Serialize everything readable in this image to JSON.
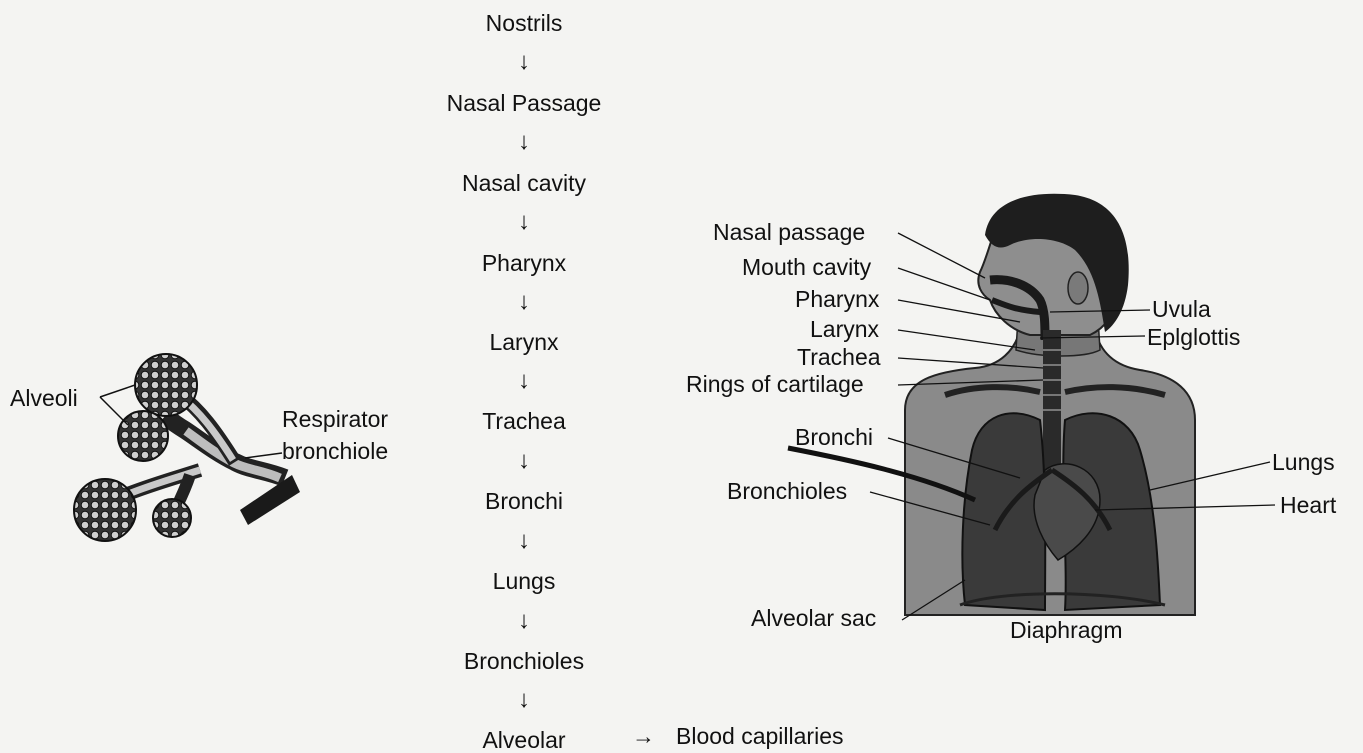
{
  "flow": {
    "steps": [
      "Nostrils",
      "Nasal Passage",
      "Nasal cavity",
      "Pharynx",
      "Larynx",
      "Trachea",
      "Bronchi",
      "Lungs",
      "Bronchioles",
      "Alveolar"
    ],
    "arrow": "↓",
    "final_arrow": "→",
    "final_target": "Blood capillaries"
  },
  "alveoli_diagram": {
    "labels": [
      "Alveoli",
      "Respirator",
      "bronchiole"
    ]
  },
  "body_diagram": {
    "left_labels": [
      "Nasal passage",
      "Mouth cavity",
      "Pharynx",
      "Larynx",
      "Trachea",
      "Rings of cartilage",
      "Bronchi",
      "Bronchioles",
      "Alveolar sac"
    ],
    "right_labels": [
      "Uvula",
      "Eplglottis",
      "Lungs",
      "Heart"
    ],
    "bottom_label": "Diaphragm"
  }
}
